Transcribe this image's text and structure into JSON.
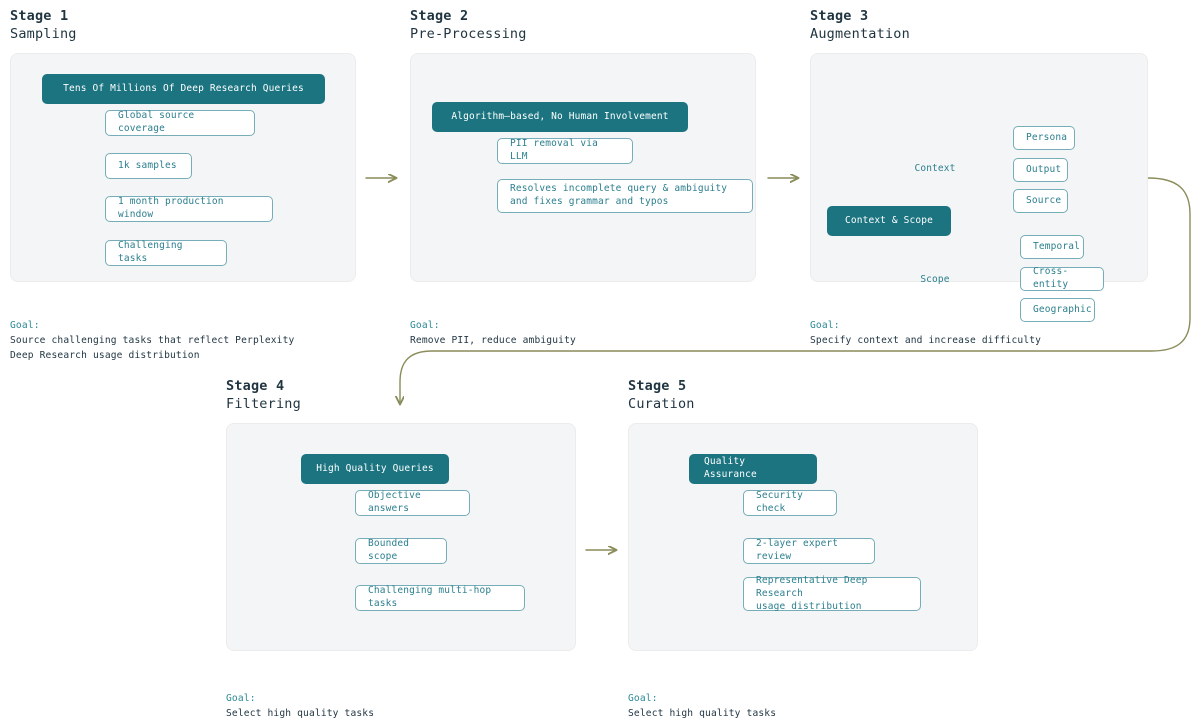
{
  "theme": {
    "teal": "#1b7480",
    "teal_text": "#2b7f8e",
    "leaf_border": "#76adb8",
    "arrow": "#8a8c5a",
    "card_bg": "#f4f5f6",
    "ink": "#233845"
  },
  "goal_label": "Goal:",
  "stages": [
    {
      "number": "Stage 1",
      "subtitle": "Sampling",
      "root": "Tens Of Millions Of Deep Research Queries",
      "leaves": [
        "Global source coverage",
        "1k samples",
        "1 month production window",
        "Challenging tasks"
      ],
      "goal": "Source challenging tasks that reflect Perplexity\nDeep Research usage distribution"
    },
    {
      "number": "Stage 2",
      "subtitle": "Pre-Processing",
      "root": "Algorithm—based, No Human Involvement",
      "leaves": [
        "PII removal via LLM",
        "Resolves incomplete query & ambiguity\nand fixes grammar and typos"
      ],
      "goal": "Remove PII, reduce ambiguity"
    },
    {
      "number": "Stage 3",
      "subtitle": "Augmentation",
      "root": "Context & Scope",
      "branches": [
        {
          "label": "Context",
          "leaves": [
            "Persona",
            "Output",
            "Source"
          ]
        },
        {
          "label": "Scope",
          "leaves": [
            "Temporal",
            "Cross-entity",
            "Geographic"
          ]
        }
      ],
      "goal": "Specify context and increase difficulty"
    },
    {
      "number": "Stage 4",
      "subtitle": "Filtering",
      "root": "High Quality Queries",
      "leaves": [
        "Objective answers",
        "Bounded scope",
        "Challenging multi-hop tasks"
      ],
      "goal": "Select high quality tasks"
    },
    {
      "number": "Stage 5",
      "subtitle": "Curation",
      "root": "Quality Assurance",
      "leaves": [
        "Security check",
        "2-layer expert review",
        "Representative Deep Research\nusage distribution"
      ],
      "goal": "Select high quality tasks"
    }
  ],
  "connectors": [
    {
      "name": "arrow-stage1-to-stage2",
      "kind": "arrow-right"
    },
    {
      "name": "arrow-stage2-to-stage3",
      "kind": "arrow-right"
    },
    {
      "name": "arrow-stage3-to-stage4",
      "kind": "wrap-down"
    },
    {
      "name": "arrow-stage4-to-stage5",
      "kind": "arrow-right"
    }
  ]
}
